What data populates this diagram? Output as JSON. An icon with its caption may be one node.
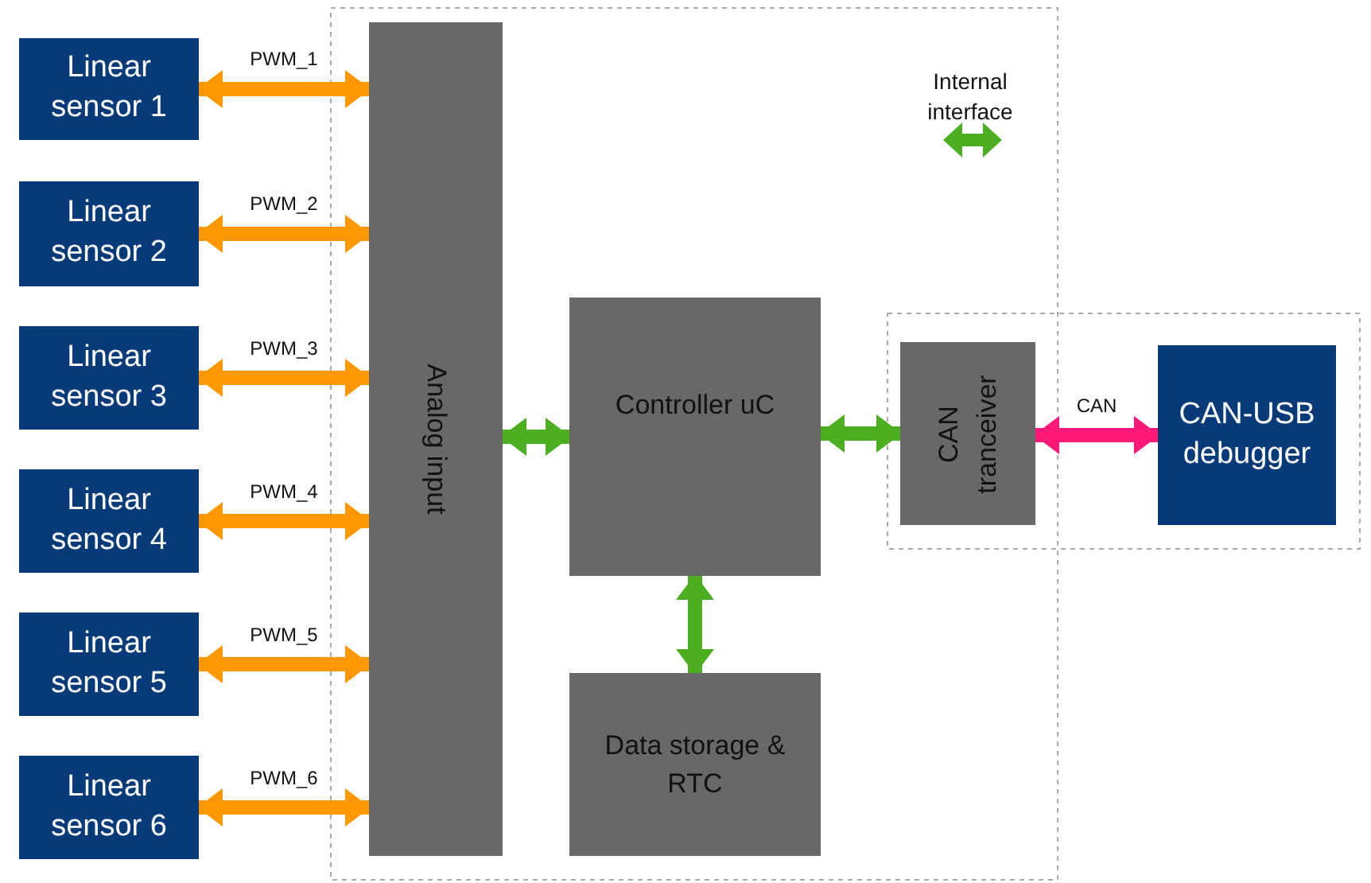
{
  "diagram": {
    "nodes": [
      {
        "text": [
          "Linear sensor 1"
        ]
      },
      {
        "text": [
          "Linear sensor 2"
        ]
      },
      {
        "text": [
          "Linear sensor 3"
        ]
      },
      {
        "text": [
          "Linear sensor 4"
        ]
      },
      {
        "text": [
          "Linear sensor 5"
        ]
      },
      {
        "text": [
          "Linear sensor 6"
        ]
      },
      {
        "text": [
          "Analog input"
        ]
      },
      {
        "text": [
          "Controller uC"
        ]
      },
      {
        "text": [
          "Data storage & RTC"
        ]
      },
      {
        "text": [
          "CAN tranceiver"
        ]
      },
      {
        "text": [
          "CAN-USB debugger"
        ]
      }
    ],
    "edges": [
      {
        "from": 0,
        "to": 6,
        "arrow": "both",
        "label": "PWM_1"
      },
      {
        "from": 1,
        "to": 6,
        "arrow": "both",
        "label": "PWM_2"
      },
      {
        "from": 2,
        "to": 6,
        "arrow": "both",
        "label": "PWM_3"
      },
      {
        "from": 3,
        "to": 6,
        "arrow": "both",
        "label": "PWM_4"
      },
      {
        "from": 4,
        "to": 6,
        "arrow": "both",
        "label": "PWM_5"
      },
      {
        "from": 5,
        "to": 6,
        "arrow": "both",
        "label": "PWM_6"
      },
      {
        "from": 6,
        "to": 7,
        "arrow": "both",
        "color": "#4caf22"
      },
      {
        "from": 7,
        "to": 9,
        "arrow": "both",
        "color": "#4caf22"
      },
      {
        "from": 7,
        "to": 8,
        "arrow": "both",
        "color": "#4caf22"
      },
      {
        "from": 9,
        "to": 10,
        "arrow": "both",
        "label": "CAN",
        "color": "#ff1a7a"
      }
    ],
    "legend": [
      {
        "text": "Internal interface"
      }
    ]
  }
}
